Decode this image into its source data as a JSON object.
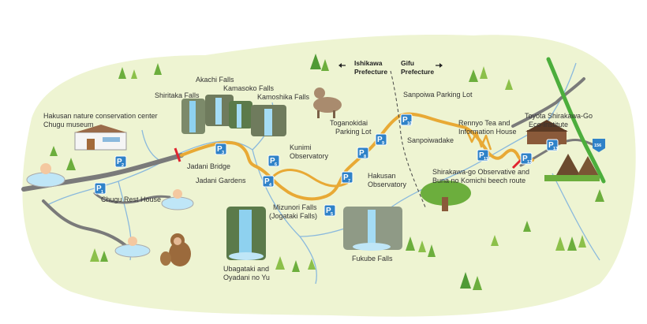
{
  "labels": {
    "akachi_falls": "Akachi Falls",
    "kamasoko_falls": "Kamasoko Falls",
    "shiritaka_falls": "Shiritaka Falls",
    "kamoshika_falls": "Kamoshika Falls",
    "hakusan_center_1": "Hakusan nature conservation center",
    "hakusan_center_2": "Chugu museum",
    "jadani_bridge": "Jadani Bridge",
    "jadani_gardens": "Jadani Gardens",
    "chugu_rest_house": "Chugu Rest House",
    "kunimi_1": "Kunimi",
    "kunimi_2": "Observatory",
    "toganokidai_1": "Toganokidai",
    "toganokidai_2": "Parking Lot",
    "sanpoiwa_parking": "Sanpoiwa Parking Lot",
    "sanpoiwadake": "Sanpoiwadake",
    "rennyo_1": "Rennyo Tea and",
    "rennyo_2": "Information House",
    "toyota_1": "Toyota Shirakawa-Go",
    "toyota_2": "Eco-Institute",
    "hakusan_obs_1": "Hakusan",
    "hakusan_obs_2": "Observatory",
    "shirakawa_1": "Shirakawa-go Observative and",
    "shirakawa_2": "Buna no Komichi beech route",
    "mizunori_1": "Mizunori Falls",
    "mizunori_2": "(Jogataki Falls)",
    "fukube_falls": "Fukube Falls",
    "ubagataki_1": "Ubagataki and",
    "ubagataki_2": "Oyadani no Yu",
    "ishikawa_1": "Ishikawa",
    "ishikawa_2": "Prefecture",
    "gifu_1": "Gifu",
    "gifu_2": "Prefecture",
    "route_156": "156"
  },
  "parking": [
    {
      "id": "p1",
      "main": "P",
      "sub": "1"
    },
    {
      "id": "p2",
      "main": "P",
      "sub": "2"
    },
    {
      "id": "p3",
      "main": "P",
      "sub": "3"
    },
    {
      "id": "p4",
      "main": "P",
      "sub": "4"
    },
    {
      "id": "p5",
      "main": "P",
      "sub": "5"
    },
    {
      "id": "p6",
      "main": "P",
      "sub": "6"
    },
    {
      "id": "p7",
      "main": "P",
      "sub": "7"
    },
    {
      "id": "p8",
      "main": "P",
      "sub": "8"
    },
    {
      "id": "p9",
      "main": "P",
      "sub": "9"
    },
    {
      "id": "p10",
      "main": "P",
      "sub": "10"
    },
    {
      "id": "p11",
      "main": "P",
      "sub": "11"
    },
    {
      "id": "p12",
      "main": "P",
      "sub": "12"
    },
    {
      "id": "p13",
      "main": "P",
      "sub": "13"
    }
  ],
  "colors": {
    "land": "#eef4d2",
    "road_main": "#e8a935",
    "road_gray": "#7a7a7a",
    "river": "#8ab9dd",
    "parking": "#2f82c8",
    "gate": "#e0242f",
    "tree": "#6cae3d",
    "national_road": "#4cae3c"
  },
  "icons": [
    "tree-icon",
    "waterfall-icon",
    "hot-spring-icon",
    "monkey-icon",
    "serow-icon",
    "building-icon",
    "gassho-house-icon"
  ]
}
